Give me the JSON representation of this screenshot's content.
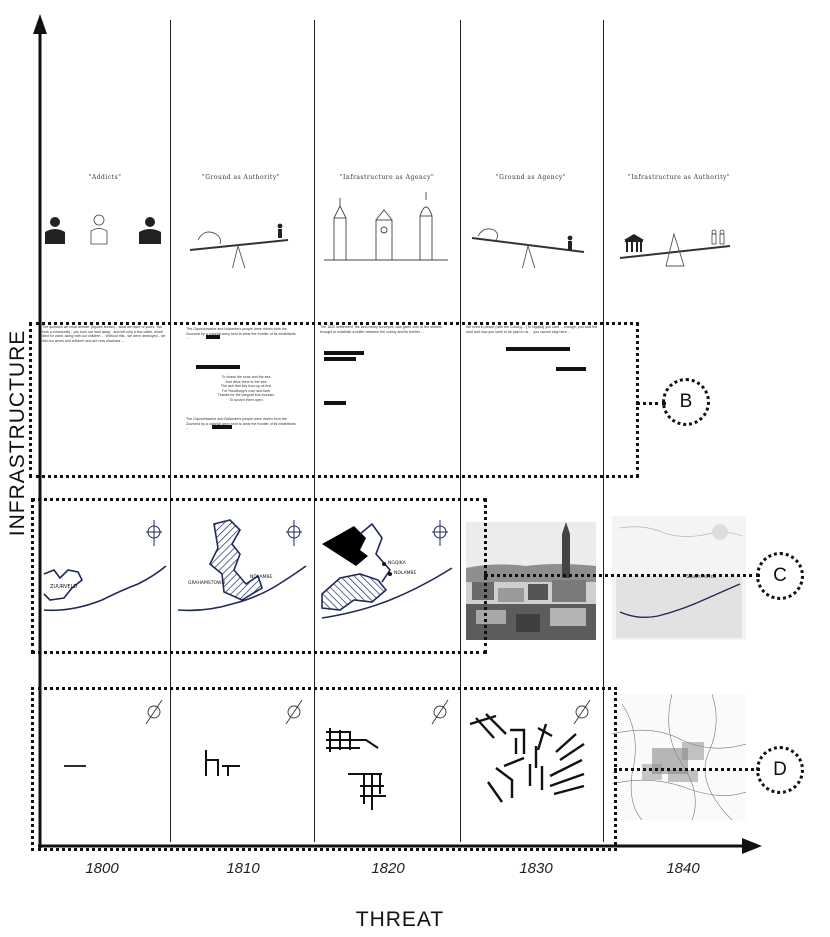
{
  "axes": {
    "x_label": "THREAT",
    "y_label": "INFRASTRUCTURE"
  },
  "years": [
    "1800",
    "1810",
    "1820",
    "1830",
    "1840"
  ],
  "captions": [
    "\"Addicts\"",
    "\"Ground as Authority\"",
    "\"Infrastructure as Agency\"",
    "\"Ground as Agency\"",
    "\"Infrastructure as Authority\""
  ],
  "markers": {
    "b": "B",
    "c": "C",
    "d": "D"
  },
  "map_labels": {
    "zuurveld": "ZUURVELD",
    "grahamstown": "GRAHAMSTOWN",
    "ndlambe": "NDLAMBE",
    "ngqika": "NGQIKA",
    "south_africa": "South Africa"
  },
  "texts": {
    "p1": "The question we must answer (figures shown) - what we have of yours. You took a community - you took our land away - and left only a few cattle, which died for want, along with our children ... Without this - we were destroyed - we lost our wives and children and are now shadows ...",
    "p2": "The Gqunukhwebe and Ndlambe's people were driven from the Zuurveld by a colonial army sent to clear the frontier of its inhabitants ...",
    "p2_poem": "To chase the sons and the sea\nAnd drive them to the sea\nThe ash that lies from up at first\nFor Hoodkopp's ruse and liars\nThanks for the pregnat she-buzzam\nTo scorch them open",
    "p3": "The 1820 settlement, the land newly surveyed, was given over to the settlers brought to establish a buffer between the colony and its frontier ...",
    "p4": "We lived in peace (with the Colony)... [To Ngqika] you cant ... enough; you took the land and now you seek to be paid to us ... you cannot stay here..."
  }
}
